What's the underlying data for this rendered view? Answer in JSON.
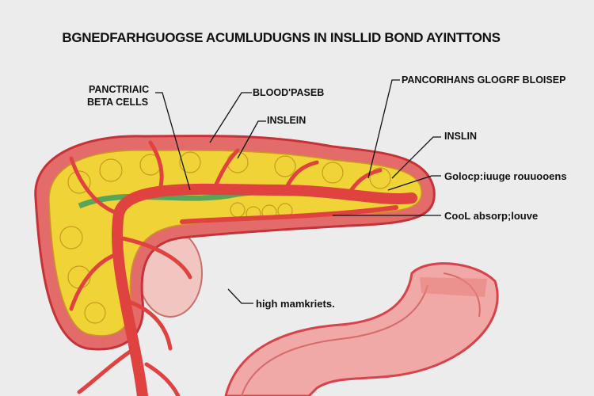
{
  "title": "BGNEDFARHGUOGSE ACUMLUDUGNS IN INSLLID BOND AYINTTONS",
  "labels": {
    "beta_cells_1": "PANCTRIAIC",
    "beta_cells_2": "BETA CELLS",
    "blood": "BLOOD'PASEB",
    "insulin_top": "INSLEIN",
    "pancreas_glucose": "PANCORIHANS GLOGRF BLOISEP",
    "insulin_right": "INSLIN",
    "glucose_receptors": "Golocp:iuuge rouuooens",
    "cool_absorp": "CooL absorp;louve",
    "high_nutrients": "high mamkriets."
  },
  "colors": {
    "background": "#ececec",
    "tissue_red": "#d9424a",
    "vessel_red": "#e0423f",
    "fat_yellow": "#f0d437",
    "duct_green": "#5aa457",
    "intestine_pink": "#f0a9a6"
  }
}
